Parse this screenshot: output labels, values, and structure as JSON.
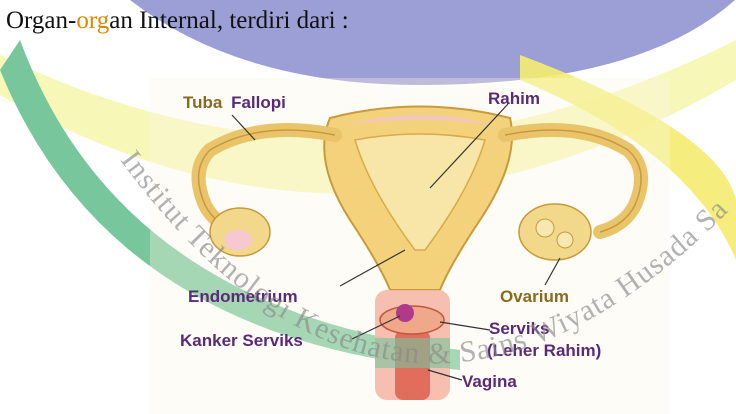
{
  "heading": {
    "part1": "Organ-",
    "part2": "org",
    "part3": "an Internal, terdiri dari :"
  },
  "watermark": {
    "text": "Institut Teknologi Kesehatan & Sains Wiyata Husada Samarinda"
  },
  "labels": {
    "tuba_fallopi_1": "Tuba",
    "tuba_fallopi_2": "Fallopi",
    "rahim": "Rahim",
    "endometrium": "Endometrium",
    "ovarium": "Ovarium",
    "kanker_serviks": "Kanker Serviks",
    "serviks_line1": "Serviks",
    "serviks_line2": "(Leher Rahim)",
    "vagina": "Vagina"
  },
  "colors": {
    "label_purple": "#5a2a78",
    "label_tan": "#8a6a20",
    "watermark_gray": "#8a8a8a"
  }
}
